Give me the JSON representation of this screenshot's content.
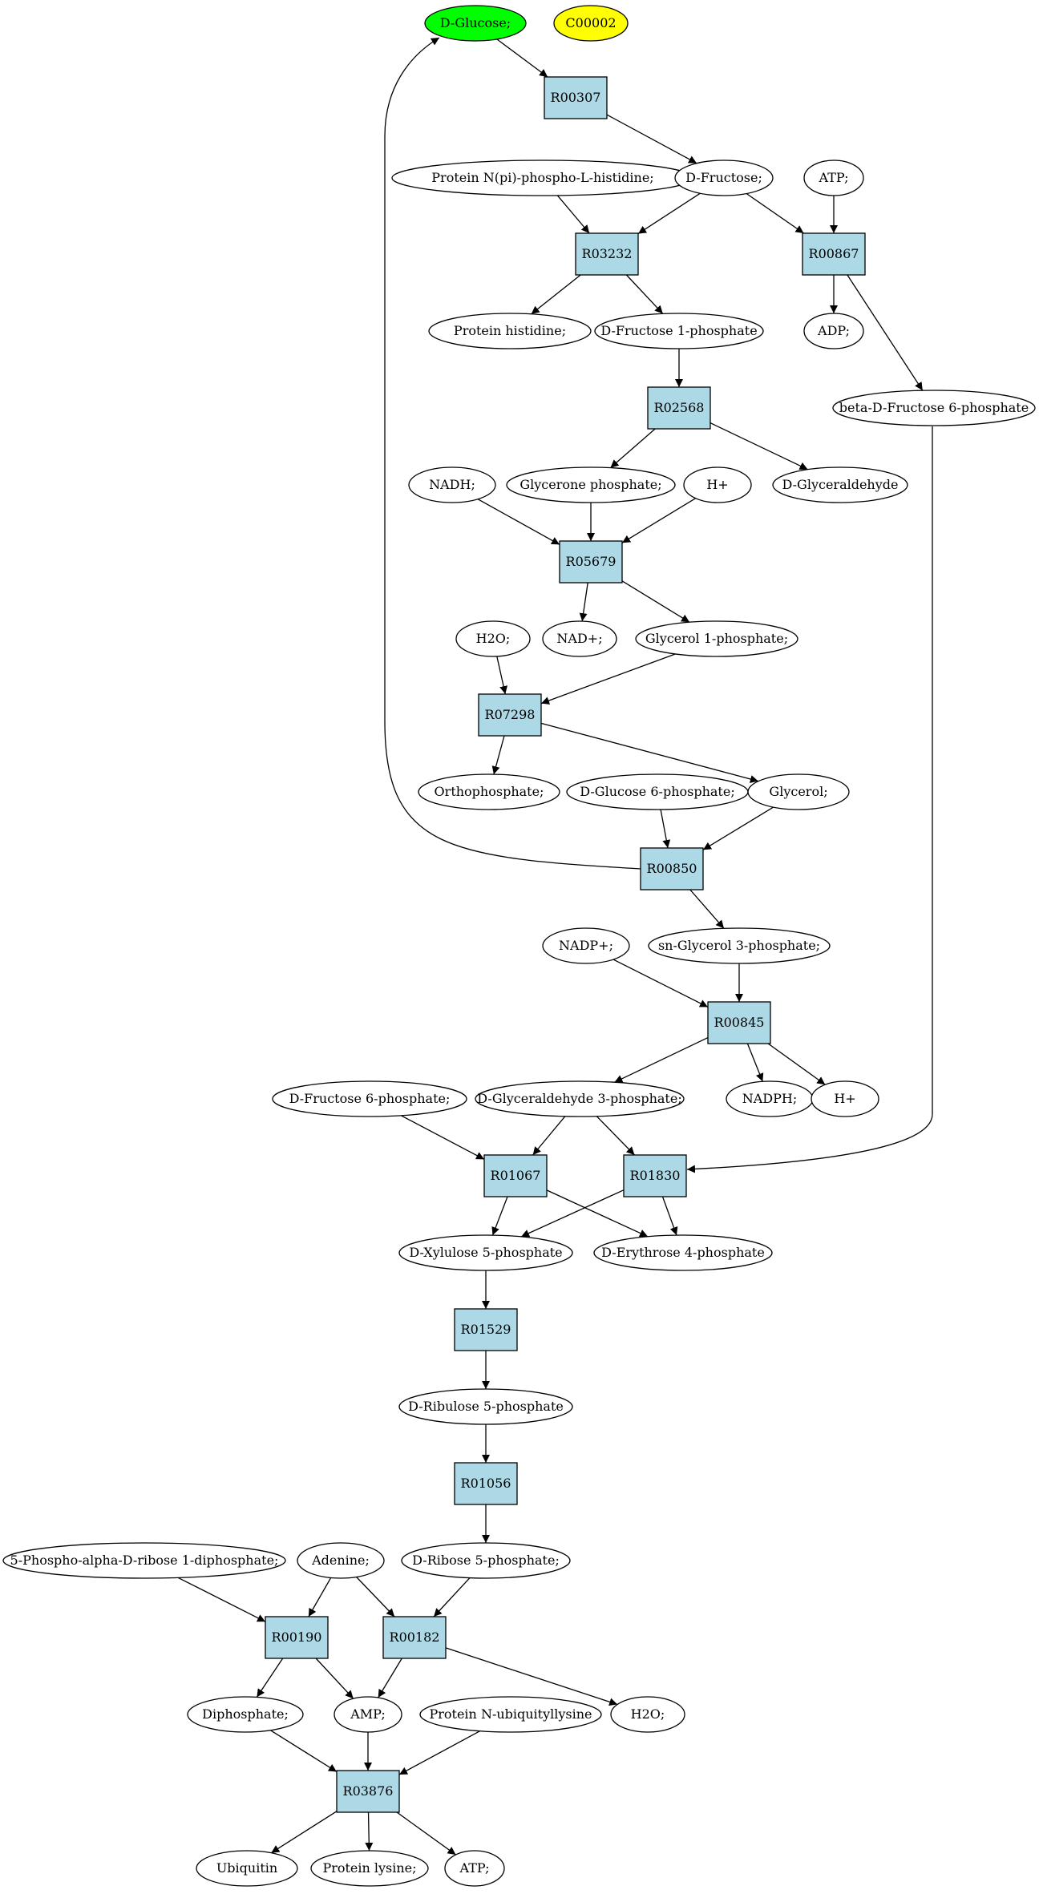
{
  "colors": {
    "background": "#ffffff",
    "reaction_fill": "#add8e6",
    "compound_fill": "#ffffff",
    "source_fill": "#00ff00",
    "highlight_fill": "#ffff00",
    "stroke": "#000000"
  },
  "nodes": [
    {
      "id": "c_glucose",
      "label": "D-Glucose;",
      "kind": "compound",
      "fill": "#00ff00"
    },
    {
      "id": "c_c00002",
      "label": "C00002",
      "kind": "compound",
      "fill": "#ffff00"
    },
    {
      "id": "r_R00307",
      "label": "R00307",
      "kind": "reaction"
    },
    {
      "id": "c_protnpi",
      "label": "Protein N(pi)-phospho-L-histidine;",
      "kind": "compound"
    },
    {
      "id": "c_fructose",
      "label": "D-Fructose;",
      "kind": "compound"
    },
    {
      "id": "c_atp1",
      "label": "ATP;",
      "kind": "compound"
    },
    {
      "id": "r_R03232",
      "label": "R03232",
      "kind": "reaction"
    },
    {
      "id": "r_R00867",
      "label": "R00867",
      "kind": "reaction"
    },
    {
      "id": "c_prothis",
      "label": "Protein histidine;",
      "kind": "compound"
    },
    {
      "id": "c_fru1p",
      "label": "D-Fructose 1-phosphate",
      "kind": "compound"
    },
    {
      "id": "c_adp",
      "label": "ADP;",
      "kind": "compound"
    },
    {
      "id": "c_bfru6p",
      "label": "beta-D-Fructose 6-phosphate",
      "kind": "compound"
    },
    {
      "id": "r_R02568",
      "label": "R02568",
      "kind": "reaction"
    },
    {
      "id": "c_nadh",
      "label": "NADH;",
      "kind": "compound"
    },
    {
      "id": "c_glyph",
      "label": "Glycerone phosphate;",
      "kind": "compound"
    },
    {
      "id": "c_hplus1",
      "label": "H+",
      "kind": "compound"
    },
    {
      "id": "c_glyald",
      "label": "D-Glyceraldehyde",
      "kind": "compound"
    },
    {
      "id": "r_R05679",
      "label": "R05679",
      "kind": "reaction"
    },
    {
      "id": "c_h2o1",
      "label": "H2O;",
      "kind": "compound"
    },
    {
      "id": "c_nadp_plus",
      "label": "NAD+;",
      "kind": "compound"
    },
    {
      "id": "c_gly1p",
      "label": "Glycerol 1-phosphate;",
      "kind": "compound"
    },
    {
      "id": "r_R07298",
      "label": "R07298",
      "kind": "reaction"
    },
    {
      "id": "c_orthop",
      "label": "Orthophosphate;",
      "kind": "compound"
    },
    {
      "id": "c_glc6p",
      "label": "D-Glucose 6-phosphate;",
      "kind": "compound"
    },
    {
      "id": "c_glycerol",
      "label": "Glycerol;",
      "kind": "compound"
    },
    {
      "id": "r_R00850",
      "label": "R00850",
      "kind": "reaction"
    },
    {
      "id": "c_nadpp",
      "label": "NADP+;",
      "kind": "compound"
    },
    {
      "id": "c_sngly3p",
      "label": "sn-Glycerol 3-phosphate;",
      "kind": "compound"
    },
    {
      "id": "r_R00845",
      "label": "R00845",
      "kind": "reaction"
    },
    {
      "id": "c_fru6p",
      "label": "D-Fructose 6-phosphate;",
      "kind": "compound"
    },
    {
      "id": "c_ga3p",
      "label": "D-Glyceraldehyde 3-phosphate;",
      "kind": "compound"
    },
    {
      "id": "c_nadph",
      "label": "NADPH;",
      "kind": "compound"
    },
    {
      "id": "c_hplus2",
      "label": "H+",
      "kind": "compound"
    },
    {
      "id": "r_R01067",
      "label": "R01067",
      "kind": "reaction"
    },
    {
      "id": "r_R01830",
      "label": "R01830",
      "kind": "reaction"
    },
    {
      "id": "c_xu5p",
      "label": "D-Xylulose 5-phosphate",
      "kind": "compound"
    },
    {
      "id": "c_e4p",
      "label": "D-Erythrose 4-phosphate",
      "kind": "compound"
    },
    {
      "id": "r_R01529",
      "label": "R01529",
      "kind": "reaction"
    },
    {
      "id": "c_ru5p",
      "label": "D-Ribulose 5-phosphate",
      "kind": "compound"
    },
    {
      "id": "r_R01056",
      "label": "R01056",
      "kind": "reaction"
    },
    {
      "id": "c_prpp",
      "label": "5-Phospho-alpha-D-ribose 1-diphosphate;",
      "kind": "compound"
    },
    {
      "id": "c_adenine",
      "label": "Adenine;",
      "kind": "compound"
    },
    {
      "id": "c_r5p",
      "label": "D-Ribose 5-phosphate;",
      "kind": "compound"
    },
    {
      "id": "r_R00190",
      "label": "R00190",
      "kind": "reaction"
    },
    {
      "id": "r_R00182",
      "label": "R00182",
      "kind": "reaction"
    },
    {
      "id": "c_diphos",
      "label": "Diphosphate;",
      "kind": "compound"
    },
    {
      "id": "c_amp",
      "label": "AMP;",
      "kind": "compound"
    },
    {
      "id": "c_protubq",
      "label": "Protein N-ubiquityllysine",
      "kind": "compound"
    },
    {
      "id": "c_h2o2",
      "label": "H2O;",
      "kind": "compound"
    },
    {
      "id": "r_R03876",
      "label": "R03876",
      "kind": "reaction"
    },
    {
      "id": "c_ubiq",
      "label": "Ubiquitin",
      "kind": "compound"
    },
    {
      "id": "c_protlys",
      "label": "Protein lysine;",
      "kind": "compound"
    },
    {
      "id": "c_atp2",
      "label": "ATP;",
      "kind": "compound"
    }
  ],
  "edges": [
    [
      "c_glucose",
      "r_R00307"
    ],
    [
      "r_R00307",
      "c_fructose"
    ],
    [
      "c_protnpi",
      "r_R03232"
    ],
    [
      "c_fructose",
      "r_R03232"
    ],
    [
      "c_fructose",
      "r_R00867"
    ],
    [
      "c_atp1",
      "r_R00867"
    ],
    [
      "r_R03232",
      "c_prothis"
    ],
    [
      "r_R03232",
      "c_fru1p"
    ],
    [
      "r_R00867",
      "c_adp"
    ],
    [
      "r_R00867",
      "c_bfru6p"
    ],
    [
      "c_fru1p",
      "r_R02568"
    ],
    [
      "r_R02568",
      "c_glyph"
    ],
    [
      "r_R02568",
      "c_glyald"
    ],
    [
      "c_nadh",
      "r_R05679"
    ],
    [
      "c_glyph",
      "r_R05679"
    ],
    [
      "c_hplus1",
      "r_R05679"
    ],
    [
      "r_R05679",
      "c_nadp_plus"
    ],
    [
      "r_R05679",
      "c_gly1p"
    ],
    [
      "c_h2o1",
      "r_R07298"
    ],
    [
      "c_gly1p",
      "r_R07298"
    ],
    [
      "r_R07298",
      "c_orthop"
    ],
    [
      "r_R07298",
      "c_glycerol"
    ],
    [
      "c_glc6p",
      "r_R00850"
    ],
    [
      "c_glycerol",
      "r_R00850"
    ],
    [
      "r_R00850",
      "c_glucose"
    ],
    [
      "r_R00850",
      "c_sngly3p"
    ],
    [
      "c_nadpp",
      "r_R00845"
    ],
    [
      "c_sngly3p",
      "r_R00845"
    ],
    [
      "r_R00845",
      "c_ga3p"
    ],
    [
      "r_R00845",
      "c_nadph"
    ],
    [
      "r_R00845",
      "c_hplus2"
    ],
    [
      "c_fru6p",
      "r_R01067"
    ],
    [
      "c_ga3p",
      "r_R01067"
    ],
    [
      "c_ga3p",
      "r_R01830"
    ],
    [
      "c_bfru6p",
      "r_R01830"
    ],
    [
      "r_R01067",
      "c_xu5p"
    ],
    [
      "r_R01067",
      "c_e4p"
    ],
    [
      "r_R01830",
      "c_xu5p"
    ],
    [
      "r_R01830",
      "c_e4p"
    ],
    [
      "c_xu5p",
      "r_R01529"
    ],
    [
      "r_R01529",
      "c_ru5p"
    ],
    [
      "c_ru5p",
      "r_R01056"
    ],
    [
      "r_R01056",
      "c_r5p"
    ],
    [
      "c_prpp",
      "r_R00190"
    ],
    [
      "c_adenine",
      "r_R00190"
    ],
    [
      "c_adenine",
      "r_R00182"
    ],
    [
      "c_r5p",
      "r_R00182"
    ],
    [
      "r_R00190",
      "c_diphos"
    ],
    [
      "r_R00190",
      "c_amp"
    ],
    [
      "r_R00182",
      "c_amp"
    ],
    [
      "r_R00182",
      "c_h2o2"
    ],
    [
      "c_diphos",
      "r_R03876"
    ],
    [
      "c_amp",
      "r_R03876"
    ],
    [
      "c_protubq",
      "r_R03876"
    ],
    [
      "r_R03876",
      "c_ubiq"
    ],
    [
      "r_R03876",
      "c_protlys"
    ],
    [
      "r_R03876",
      "c_atp2"
    ]
  ]
}
